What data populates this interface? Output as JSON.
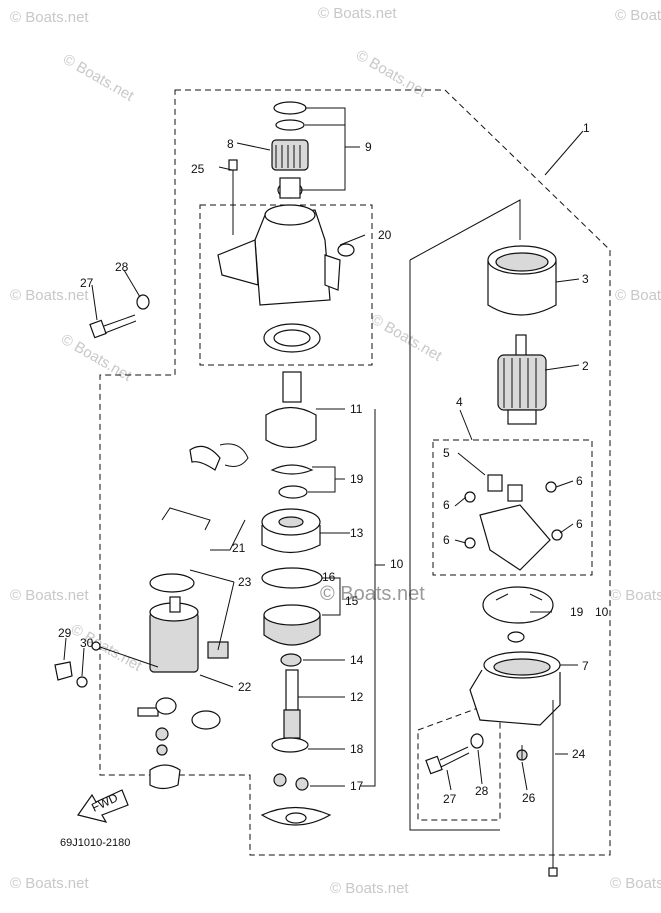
{
  "diagram_code": "69J1010-2180",
  "watermark": "© Boats.net",
  "direction_arrow_label": "FWD",
  "callouts": [
    "1",
    "2",
    "3",
    "4",
    "5",
    "6",
    "6",
    "6",
    "6",
    "6",
    "7",
    "8",
    "9",
    "10",
    "10",
    "11",
    "12",
    "13",
    "14",
    "15",
    "16",
    "17",
    "18",
    "19",
    "19",
    "19",
    "20",
    "21",
    "22",
    "23",
    "24",
    "25",
    "26",
    "27",
    "27",
    "28",
    "28",
    "29",
    "30"
  ]
}
